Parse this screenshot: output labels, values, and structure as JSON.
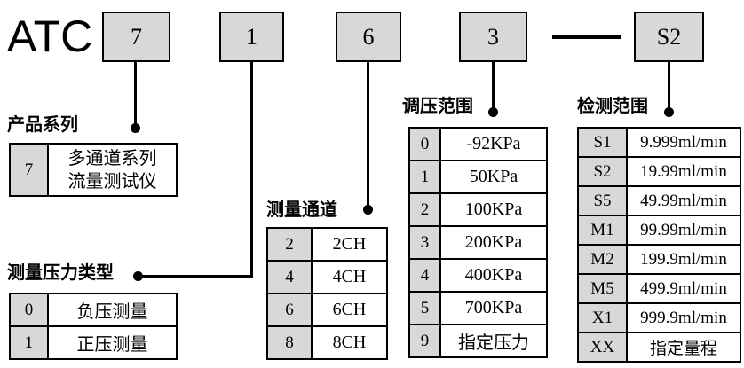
{
  "prefix": "ATC",
  "code_boxes": [
    {
      "label": "7"
    },
    {
      "label": "1"
    },
    {
      "label": "6"
    },
    {
      "label": "3"
    },
    {
      "label": "S2"
    }
  ],
  "sections": [
    {
      "title": "产品系列",
      "rows": [
        {
          "key": "7",
          "value": "多通道系列\n流量测试仪"
        }
      ]
    },
    {
      "title": "测量压力类型",
      "rows": [
        {
          "key": "0",
          "value": "负压测量"
        },
        {
          "key": "1",
          "value": "正压测量"
        }
      ]
    },
    {
      "title": "测量通道",
      "rows": [
        {
          "key": "2",
          "value": "2CH"
        },
        {
          "key": "4",
          "value": "4CH"
        },
        {
          "key": "6",
          "value": "6CH"
        },
        {
          "key": "8",
          "value": "8CH"
        }
      ]
    },
    {
      "title": "调压范围",
      "rows": [
        {
          "key": "0",
          "value": "-92KPa"
        },
        {
          "key": "1",
          "value": "50KPa"
        },
        {
          "key": "2",
          "value": "100KPa"
        },
        {
          "key": "3",
          "value": "200KPa"
        },
        {
          "key": "4",
          "value": "400KPa"
        },
        {
          "key": "5",
          "value": "700KPa"
        },
        {
          "key": "9",
          "value": "指定压力"
        }
      ]
    },
    {
      "title": "检测范围",
      "rows": [
        {
          "key": "S1",
          "value": "9.999ml/min"
        },
        {
          "key": "S2",
          "value": "19.99ml/min"
        },
        {
          "key": "S5",
          "value": "49.99ml/min"
        },
        {
          "key": "M1",
          "value": "99.99ml/min"
        },
        {
          "key": "M2",
          "value": "199.9ml/min"
        },
        {
          "key": "M5",
          "value": "499.9ml/min"
        },
        {
          "key": "X1",
          "value": "999.9ml/min"
        },
        {
          "key": "XX",
          "value": "指定量程"
        }
      ]
    }
  ],
  "icons": {
    "separator": "dash-line",
    "connector_end": "filled-dot"
  },
  "colors": {
    "box_fill": "#d8d8d8",
    "border": "#000000",
    "background": "#ffffff"
  }
}
